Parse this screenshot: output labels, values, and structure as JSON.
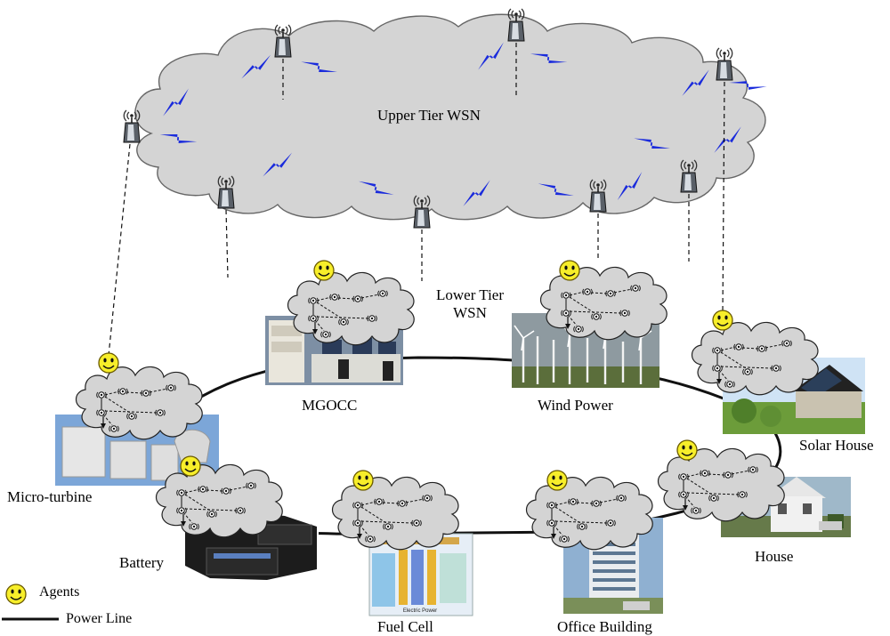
{
  "diagram": {
    "upper_cloud_label": "Upper Tier WSN",
    "lower_tier_label_line1": "Lower Tier",
    "lower_tier_label_line2": "WSN",
    "nodes": {
      "mgocc": "MGOCC",
      "wind": "Wind Power",
      "solar_house": "Solar House",
      "house": "House",
      "office": "Office Building",
      "fuel_cell": "Fuel Cell",
      "battery": "Battery",
      "micro_turbine": "Micro-turbine"
    },
    "fuel_cell_image_text": "Electric Power"
  },
  "legend": {
    "agents_label": "Agents",
    "power_line_label": "Power Line"
  },
  "colors": {
    "cloud_fill": "#d4d4d4",
    "lightning": "#1a2bdc",
    "agent_face": "#f7ee2a"
  }
}
